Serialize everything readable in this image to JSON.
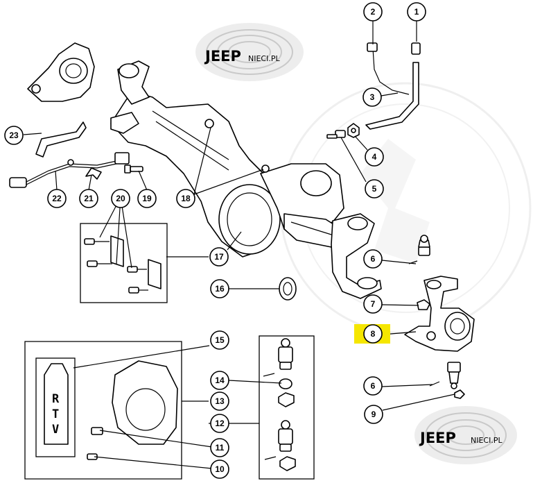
{
  "watermark": {
    "brand": "JEEP",
    "domain": "NIECI.PL"
  },
  "sealant": {
    "letters": [
      "R",
      "T",
      "V"
    ]
  },
  "callouts": [
    {
      "id": "c1",
      "num": "1"
    },
    {
      "id": "c2",
      "num": "2"
    },
    {
      "id": "c3",
      "num": "3"
    },
    {
      "id": "c4",
      "num": "4"
    },
    {
      "id": "c5",
      "num": "5"
    },
    {
      "id": "c6a",
      "num": "6"
    },
    {
      "id": "c7",
      "num": "7"
    },
    {
      "id": "c8",
      "num": "8"
    },
    {
      "id": "c6b",
      "num": "6"
    },
    {
      "id": "c9",
      "num": "9"
    },
    {
      "id": "c10",
      "num": "10"
    },
    {
      "id": "c11",
      "num": "11"
    },
    {
      "id": "c12",
      "num": "12"
    },
    {
      "id": "c13",
      "num": "13"
    },
    {
      "id": "c14",
      "num": "14"
    },
    {
      "id": "c15",
      "num": "15"
    },
    {
      "id": "c16",
      "num": "16"
    },
    {
      "id": "c17",
      "num": "17"
    },
    {
      "id": "c18",
      "num": "18"
    },
    {
      "id": "c19",
      "num": "19"
    },
    {
      "id": "c20",
      "num": "20"
    },
    {
      "id": "c21",
      "num": "21"
    },
    {
      "id": "c22",
      "num": "22"
    },
    {
      "id": "c23",
      "num": "23"
    }
  ],
  "highlight": {
    "callout": "8",
    "color": "#f5e600"
  },
  "colors": {
    "line": "#000000",
    "watermark": "#d8d8d8",
    "highlight": "#f5e600"
  }
}
